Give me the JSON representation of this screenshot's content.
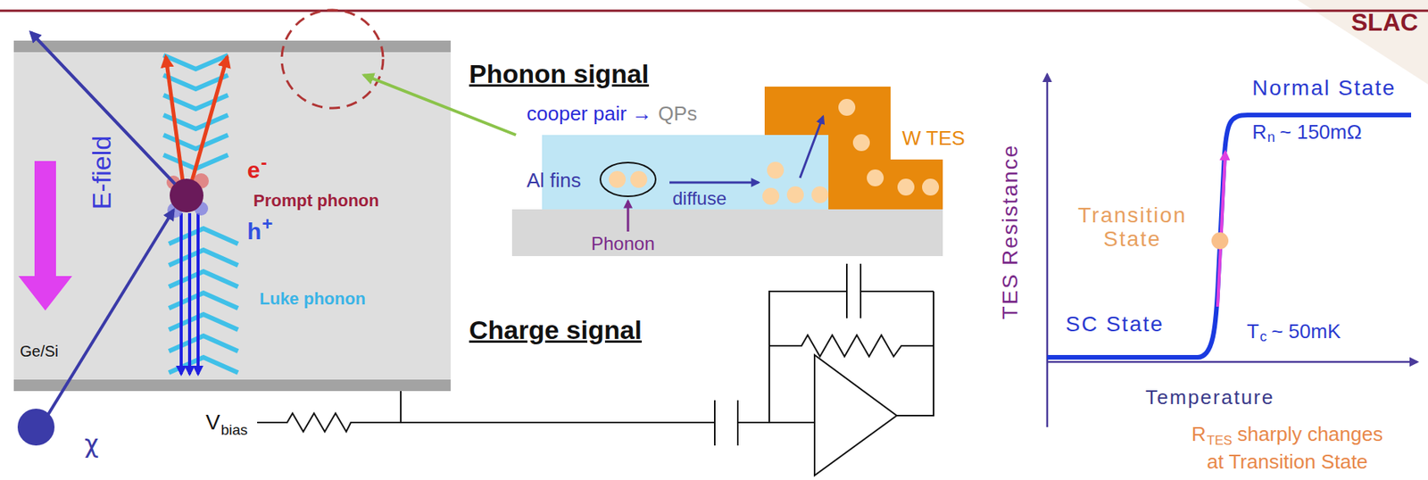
{
  "diagram": {
    "labels": [
      "SLAC",
      "E-field",
      "e",
      "-",
      "Prompt phonon",
      "h",
      "+",
      "Luke phonon",
      "Ge/Si",
      "χ",
      "Phonon signal",
      "cooper pair →",
      "QPs",
      "W TES",
      "Al fins",
      "diffuse",
      "Phonon",
      "Charge signal",
      "V",
      "bias",
      "TES Resistance",
      "Normal State",
      "R",
      "n",
      "~ 150mΩ",
      "Transition State",
      "SC State",
      "T",
      "c",
      "~ 50mK",
      "Temperature",
      "R",
      "TES",
      "sharply changes",
      "at Transition State"
    ]
  }
}
